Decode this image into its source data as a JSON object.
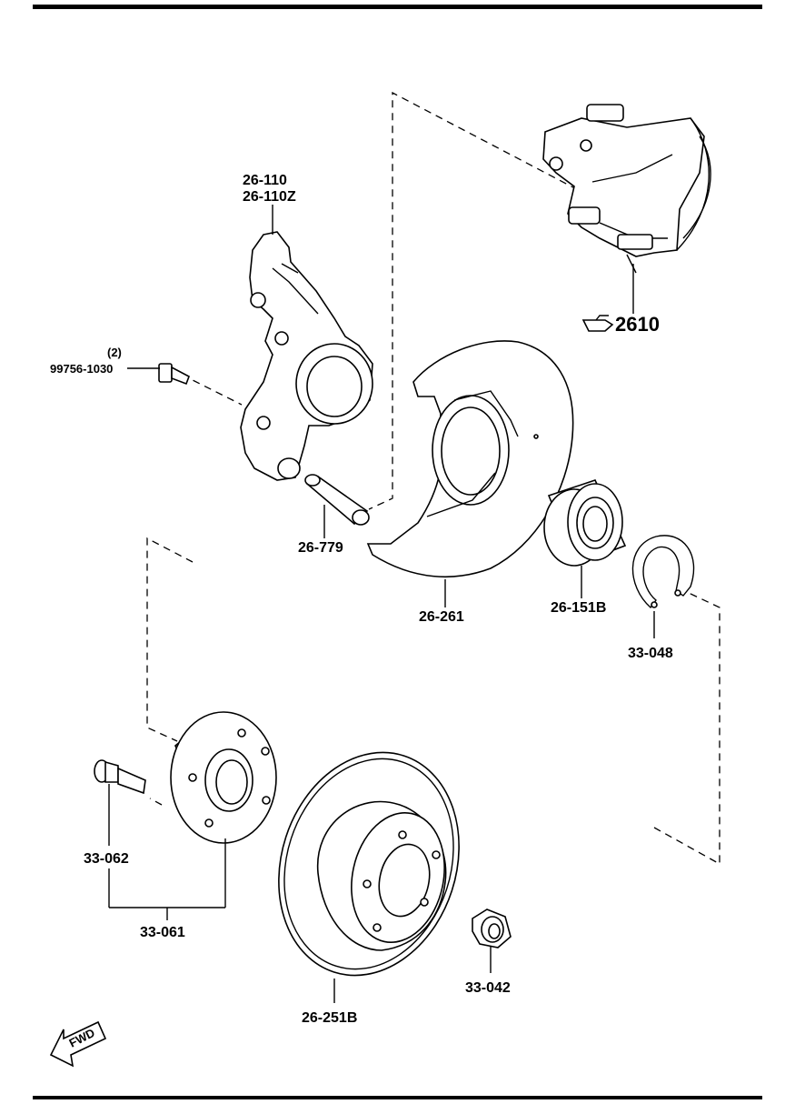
{
  "parts": {
    "knuckle": [
      "26-110",
      "26-110Z"
    ],
    "bolt_qty": "(2)",
    "bolt": "99756-1030",
    "pin": "26-779",
    "caliper": "2610",
    "dust_shield": "26-261",
    "bearing": "26-151B",
    "snap_ring": "33-048",
    "hub_bolt": "33-062",
    "hub": "33-061",
    "disc": "26-251B",
    "nut": "33-042"
  },
  "fwd_label": "FWD",
  "icons": {
    "reference": "pointing-hand-icon",
    "direction": "fwd-arrow-icon"
  }
}
